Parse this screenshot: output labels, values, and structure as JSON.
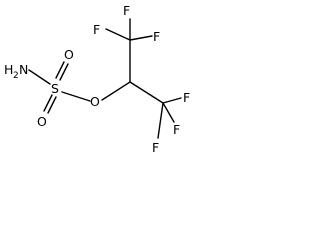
{
  "molecule": {
    "atoms": {
      "nh2_n": "H",
      "nh2_sub": "2",
      "nh2_tail": "N",
      "s": "S",
      "o_top": "O",
      "o_bottom": "O",
      "o_ester": "O",
      "f_top_left": "F",
      "f_top_mid": "F",
      "f_top_right": "F",
      "f_bottom_right": "F",
      "f_bottom_mid": "F",
      "f_bottom_left": "F"
    }
  }
}
